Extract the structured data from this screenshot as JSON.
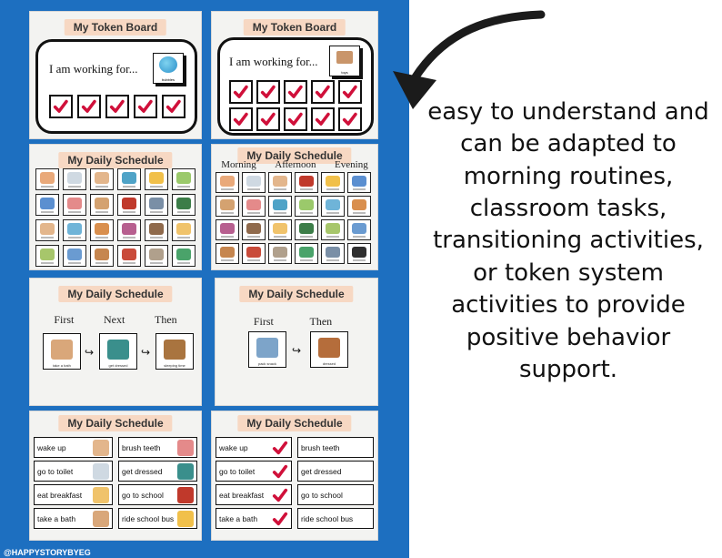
{
  "token_boards": [
    {
      "title": "My Token Board",
      "prompt": "I am working for...",
      "reward_caption": "bubbles",
      "check_rows": 1
    },
    {
      "title": "My Token Board",
      "prompt": "I am working for...",
      "reward_caption": "toys",
      "check_rows": 2
    }
  ],
  "schedule_grid": {
    "title": "My Daily Schedule"
  },
  "schedule_periods": {
    "title": "My Daily Schedule",
    "periods": [
      "Morning",
      "Afternoon",
      "Evening"
    ]
  },
  "first_next_then": {
    "title": "My Daily Schedule",
    "labels": [
      "First",
      "Next",
      "Then"
    ],
    "captions": [
      "take a bath",
      "get dressed",
      "sleeping time"
    ]
  },
  "first_then": {
    "title": "My Daily Schedule",
    "labels": [
      "First",
      "Then"
    ],
    "captions": [
      "pack snack",
      "dressed"
    ]
  },
  "list_schedule": {
    "title": "My Daily Schedule",
    "items": [
      "wake up",
      "brush teeth",
      "go to toilet",
      "get dressed",
      "eat breakfast",
      "go to school",
      "take a bath",
      "ride school bus"
    ]
  },
  "list_schedule_checked": {
    "title": "My Daily Schedule",
    "items": [
      "wake up",
      "brush teeth",
      "go to toilet",
      "get dressed",
      "eat breakfast",
      "go to school",
      "take a bath",
      "ride school bus"
    ]
  },
  "headline": "easy to understand and can be adapted to morning routines, classroom tasks, transitioning activities, or token system activities to provide positive behavior support.",
  "watermark": "@HAPPYSTORYBYEG",
  "colors": {
    "panel_blue": "#1d6fc0",
    "check_red": "#d0103a",
    "title_bg": "#f7d8c3"
  }
}
